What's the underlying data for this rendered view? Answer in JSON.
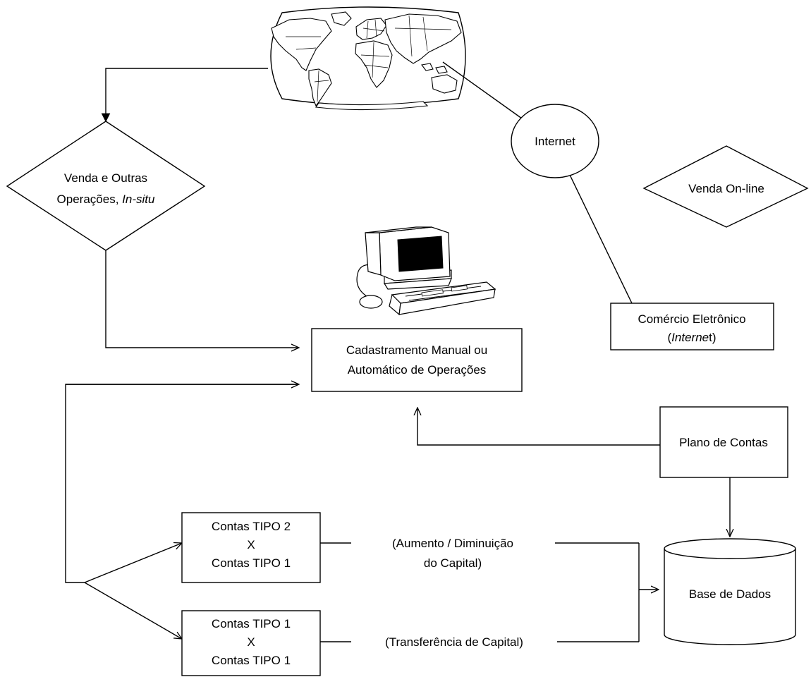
{
  "globe": {
    "icon": "world-map-icon"
  },
  "internet": {
    "label": "Internet"
  },
  "venda_insitu": {
    "line1": "Venda e Outras",
    "line2_prefix": "Operações, ",
    "line2_italic": "In-situ"
  },
  "venda_online": {
    "label": "Venda On-line"
  },
  "computer": {
    "icon": "computer-icon"
  },
  "comercio": {
    "line1": "Comércio Eletrônico",
    "line2_open": "(",
    "line2_italic": "Interne",
    "line2_close": "t)"
  },
  "cadastramento": {
    "line1": "Cadastramento Manual ou",
    "line2": "Automático de Operações"
  },
  "plano": {
    "label": "Plano de Contas"
  },
  "base": {
    "label": "Base de Dados"
  },
  "contas_a": {
    "line1": "Contas TIPO 2",
    "line2": "X",
    "line3": "Contas TIPO 1"
  },
  "contas_b": {
    "line1": "Contas TIPO 1",
    "line2": "X",
    "line3": "Contas TIPO 1"
  },
  "label_aumento": {
    "line1": "(Aumento / Diminuição",
    "line2": "do Capital)"
  },
  "label_transferencia": {
    "text": "(Transferência de Capital)"
  },
  "colors": {
    "stroke": "#000000",
    "background": "#ffffff",
    "screen": "#000000"
  }
}
